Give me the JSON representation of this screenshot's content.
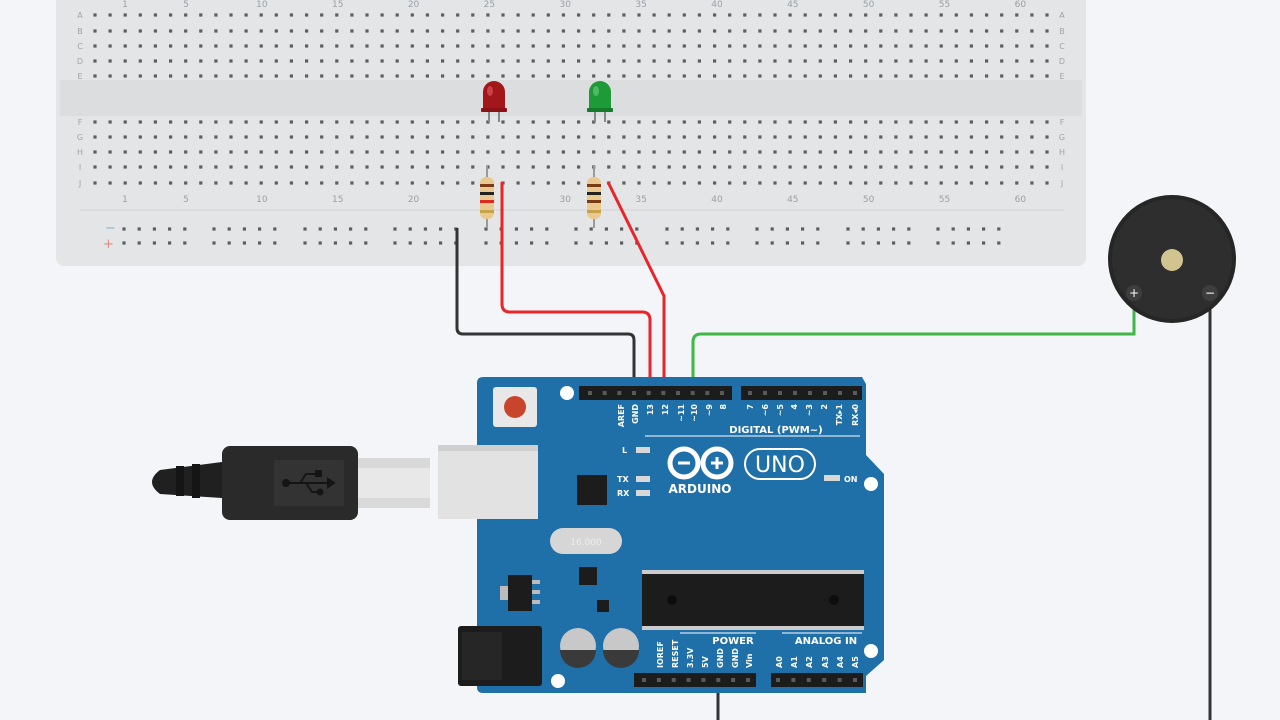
{
  "breadboard": {
    "column_numbers": [
      "1",
      "5",
      "10",
      "15",
      "20",
      "25",
      "30",
      "35",
      "40",
      "45",
      "50",
      "55",
      "60"
    ],
    "row_letters_top": [
      "A",
      "B",
      "C",
      "D",
      "E"
    ],
    "row_letters_bottom": [
      "F",
      "G",
      "H",
      "I",
      "J"
    ],
    "rail_minus": "−",
    "rail_plus": "+"
  },
  "components": {
    "led_red_color": "#a3171b",
    "led_green_color": "#1f9a38",
    "buzzer_plus": "+",
    "buzzer_minus": "−"
  },
  "wires": {
    "black": "#333333",
    "red": "#e8252a",
    "green": "#3fb845"
  },
  "arduino": {
    "board_color": "#1f6fa8",
    "brand": "ARDUINO",
    "model": "UNO",
    "digital_label": "DIGITAL (PWM~)",
    "power_label": "POWER",
    "analog_label": "ANALOG IN",
    "led_l": "L",
    "led_tx": "TX",
    "led_rx": "RX",
    "led_on": "ON",
    "crystal": "16.000",
    "digital_pins": [
      "AREF",
      "GND",
      "13",
      "12",
      "~11",
      "~10",
      "~9",
      "8",
      "7",
      "~6",
      "~5",
      "4",
      "~3",
      "2",
      "TX▸1",
      "RX◂0"
    ],
    "power_pins": [
      "IOREF",
      "RESET",
      "3.3V",
      "5V",
      "GND",
      "GND",
      "Vin"
    ],
    "analog_pins": [
      "A0",
      "A1",
      "A2",
      "A3",
      "A4",
      "A5"
    ]
  }
}
